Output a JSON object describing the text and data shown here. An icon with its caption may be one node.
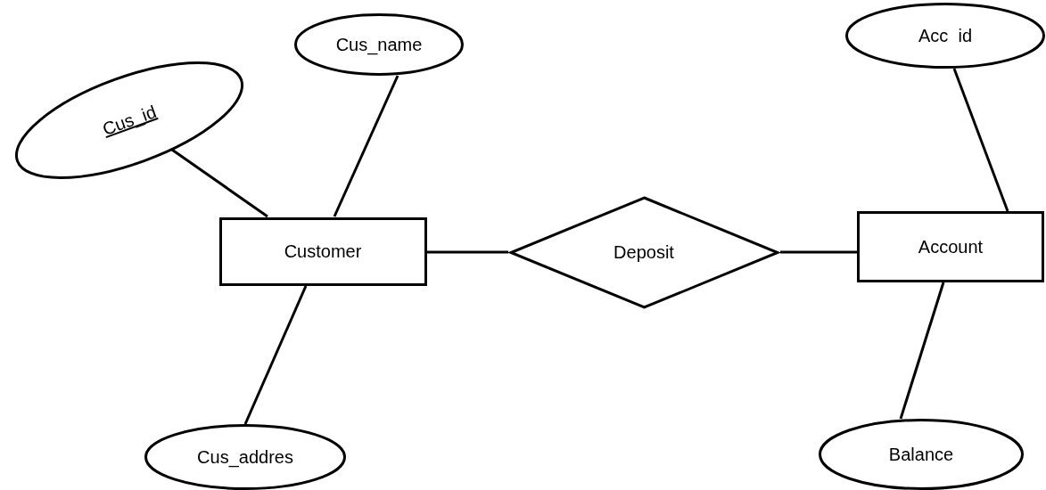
{
  "diagram": {
    "nodes": [
      {
        "text": [
          "Cus_id"
        ]
      },
      {
        "text": [
          "Cus_name"
        ]
      },
      {
        "text": [
          "Customer"
        ]
      },
      {
        "text": [
          "Cus_addres"
        ]
      },
      {
        "text": [
          "Deposit"
        ]
      },
      {
        "text": [
          "Acc  id"
        ]
      },
      {
        "text": [
          "Account"
        ]
      },
      {
        "text": [
          "Balance"
        ]
      }
    ],
    "edges": [
      {
        "from": 0,
        "to": 2,
        "arrow": "none"
      },
      {
        "from": 1,
        "to": 2,
        "arrow": "none"
      },
      {
        "from": 3,
        "to": 2,
        "arrow": "none"
      },
      {
        "from": 2,
        "to": 4,
        "arrow": "none"
      },
      {
        "from": 4,
        "to": 6,
        "arrow": "none"
      },
      {
        "from": 5,
        "to": 6,
        "arrow": "none"
      },
      {
        "from": 7,
        "to": 6,
        "arrow": "none"
      }
    ]
  }
}
